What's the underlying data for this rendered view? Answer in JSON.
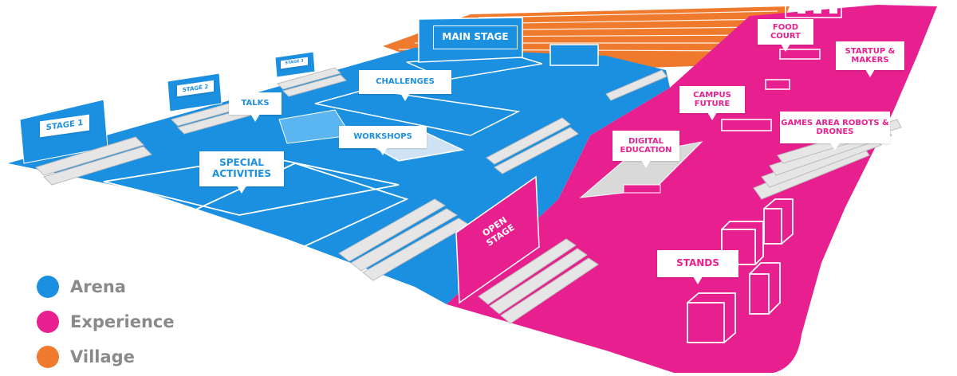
{
  "colors": {
    "arena": "#1b8fe0",
    "experience": "#e8208f",
    "village": "#ef7a2e",
    "structure": "#e6e6e6",
    "label_bg": "#ffffff"
  },
  "legend": [
    {
      "label": "Arena",
      "color": "#1b8fe0"
    },
    {
      "label": "Experience",
      "color": "#e8208f"
    },
    {
      "label": "Village",
      "color": "#ef7a2e"
    }
  ],
  "arena_areas": {
    "main_stage": "MAIN STAGE",
    "challenges": "CHALLENGES",
    "talks": "TALKS",
    "workshops": "WORKSHOPS",
    "special_activities": "SPECIAL ACTIVITIES",
    "stage_1": "STAGE 1",
    "stage_2": "STAGE 2",
    "stage_3": "STAGE 3"
  },
  "experience_areas": {
    "food_court": "FOOD COURT",
    "startup_makers": "STARTUP & MAKERS",
    "campus_future": "CAMPUS FUTURE",
    "games_area": "GAMES AREA ROBOTS & DRONES",
    "digital_education": "DIGITAL EDUCATION",
    "open_stage": "OPEN STAGE",
    "stands": "STANDS"
  }
}
